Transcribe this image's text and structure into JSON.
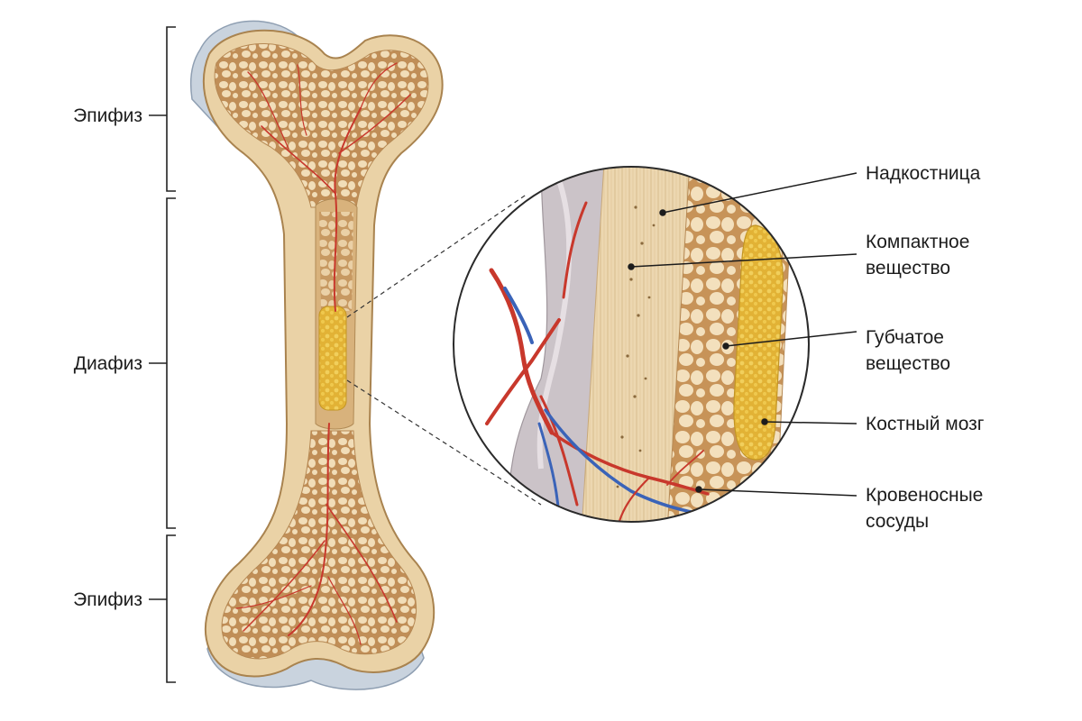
{
  "left_labels": {
    "top_epiphysis": "Эпифиз",
    "diaphysis": "Диафиз",
    "bottom_epiphysis": "Эпифиз"
  },
  "right_labels": {
    "periosteum": "Надкостница",
    "compact": {
      "line1": "Компактное",
      "line2": "вещество"
    },
    "spongy": {
      "line1": "Губчатое",
      "line2": "вещество"
    },
    "marrow": "Костный мозг",
    "vessels": {
      "line1": "Кровеносные",
      "line2": "сосуды"
    }
  },
  "colors": {
    "bone_outer": "#e9cfa2",
    "bone_edge": "#b08a55",
    "spongy_fill": "#c89a63",
    "spongy_holes": "#f0dbb5",
    "marrow": "#e4b93c",
    "cartilage": "#c9d3de",
    "artery": "#c8382c",
    "vein": "#3a63b8",
    "periosteum": "#c9c2c6"
  }
}
